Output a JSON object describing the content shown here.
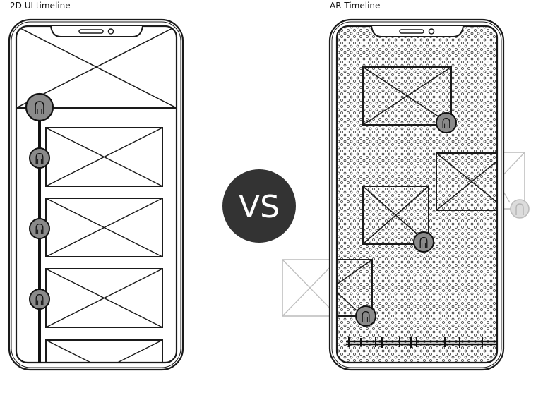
{
  "captions": {
    "left": "2D UI timeline",
    "right": "AR Timeline"
  },
  "vs_label": "VS",
  "colors": {
    "sketch_line": "#1a1a1a",
    "avatar_fill": "#888888",
    "vs_circle": "#333333",
    "ghost_line": "#bfbfbf",
    "dot_pattern": "#3a3a3a"
  }
}
